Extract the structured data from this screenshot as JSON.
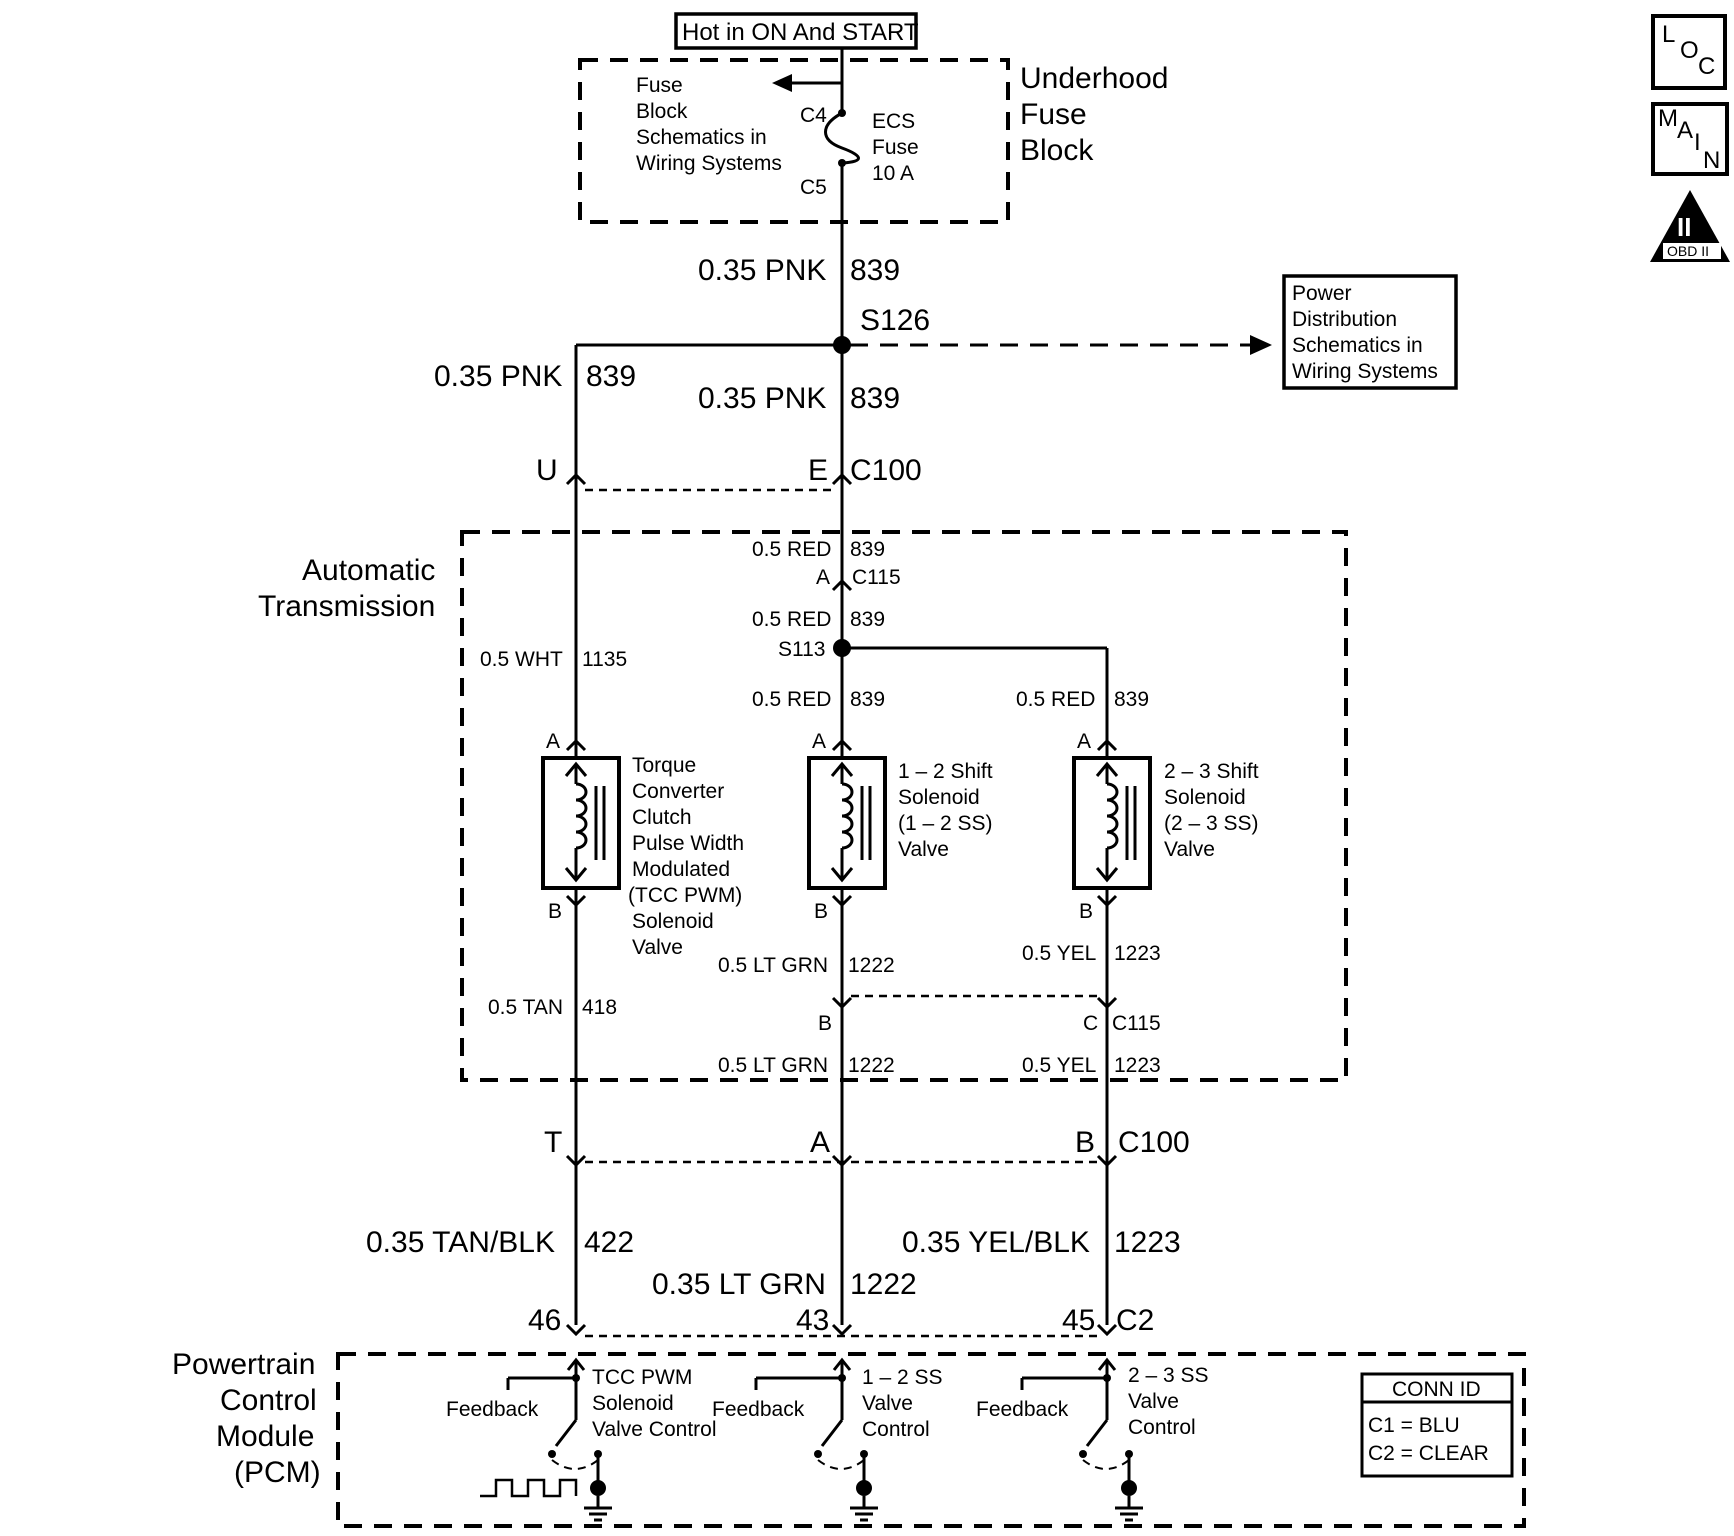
{
  "top": {
    "power_label": "Hot in ON And START",
    "fuse_block_title": [
      "Underhood",
      "Fuse",
      "Block"
    ],
    "fuse_block_ref": [
      "Fuse",
      "Block",
      "Schematics in",
      "Wiring Systems"
    ],
    "fuse_conn_in": "C4",
    "fuse_conn_out": "C5",
    "fuse_name": [
      "ECS",
      "Fuse",
      "10 A"
    ]
  },
  "icons": {
    "loc": [
      "L",
      "O",
      "C"
    ],
    "main": [
      "M",
      "A",
      "I",
      "N"
    ],
    "obd_num": "II",
    "obd_label": "OBD II"
  },
  "splice": {
    "s126": "S126",
    "s113": "S113",
    "power_ref": [
      "Power",
      "Distribution",
      "Schematics in",
      "Wiring Systems"
    ]
  },
  "wires": {
    "pnk_center_1": [
      "0.35 PNK",
      "839"
    ],
    "pnk_left": [
      "0.35 PNK",
      "839"
    ],
    "pnk_center_2": [
      "0.35 PNK",
      "839"
    ],
    "red_c115_top": [
      "0.5 RED",
      "839"
    ],
    "red_s113_top": [
      "0.5 RED",
      "839"
    ],
    "red_center_b": [
      "0.5 RED",
      "839"
    ],
    "red_right": [
      "0.5 RED",
      "839"
    ],
    "wht": [
      "0.5 WHT",
      "1135"
    ],
    "tan": [
      "0.5 TAN",
      "418"
    ],
    "ltgrn_1": [
      "0.5 LT GRN",
      "1222"
    ],
    "ltgrn_2": [
      "0.5 LT GRN",
      "1222"
    ],
    "yel_1": [
      "0.5 YEL",
      "1223"
    ],
    "yel_2": [
      "0.5 YEL",
      "1223"
    ],
    "tanblk": [
      "0.35 TAN/BLK",
      "422"
    ],
    "ltgrn_pcm": [
      "0.35 LT GRN",
      "1222"
    ],
    "yelblk": [
      "0.35 YEL/BLK",
      "1223"
    ]
  },
  "connectors": {
    "c100": "C100",
    "c115": "C115",
    "c2": "C2",
    "pin_u": "U",
    "pin_e": "E",
    "pin_t": "T",
    "pin_a_c100": "A",
    "pin_b_c100": "B",
    "pin_a_c115": "A",
    "pin_b_c115": "B",
    "pin_c_c115": "C",
    "pin_46": "46",
    "pin_43": "43",
    "pin_45": "45",
    "sol_pin_a": "A",
    "sol_pin_b": "B"
  },
  "transmission": {
    "title": [
      "Automatic",
      "Transmission"
    ],
    "tcc_label": [
      "Torque",
      "Converter",
      "Clutch",
      "Pulse Width",
      "Modulated",
      "(TCC PWM)",
      "Solenoid",
      "Valve"
    ],
    "ss12_label": [
      "1 – 2 Shift",
      "Solenoid",
      "(1 – 2 SS)",
      "Valve"
    ],
    "ss23_label": [
      "2 – 3 Shift",
      "Solenoid",
      "(2 – 3 SS)",
      "Valve"
    ]
  },
  "pcm": {
    "title": [
      "Powertrain",
      "Control",
      "Module",
      "(PCM)"
    ],
    "feedback": "Feedback",
    "tcc_ctrl": [
      "TCC PWM",
      "Solenoid",
      "Valve Control"
    ],
    "ss12_ctrl": [
      "1 – 2 SS",
      "Valve",
      "Control"
    ],
    "ss23_ctrl": [
      "2 – 3 SS",
      "Valve",
      "Control"
    ],
    "conn_id_title": "CONN ID",
    "conn_id_rows": [
      "C1  =  BLU",
      "C2  =  CLEAR"
    ]
  }
}
